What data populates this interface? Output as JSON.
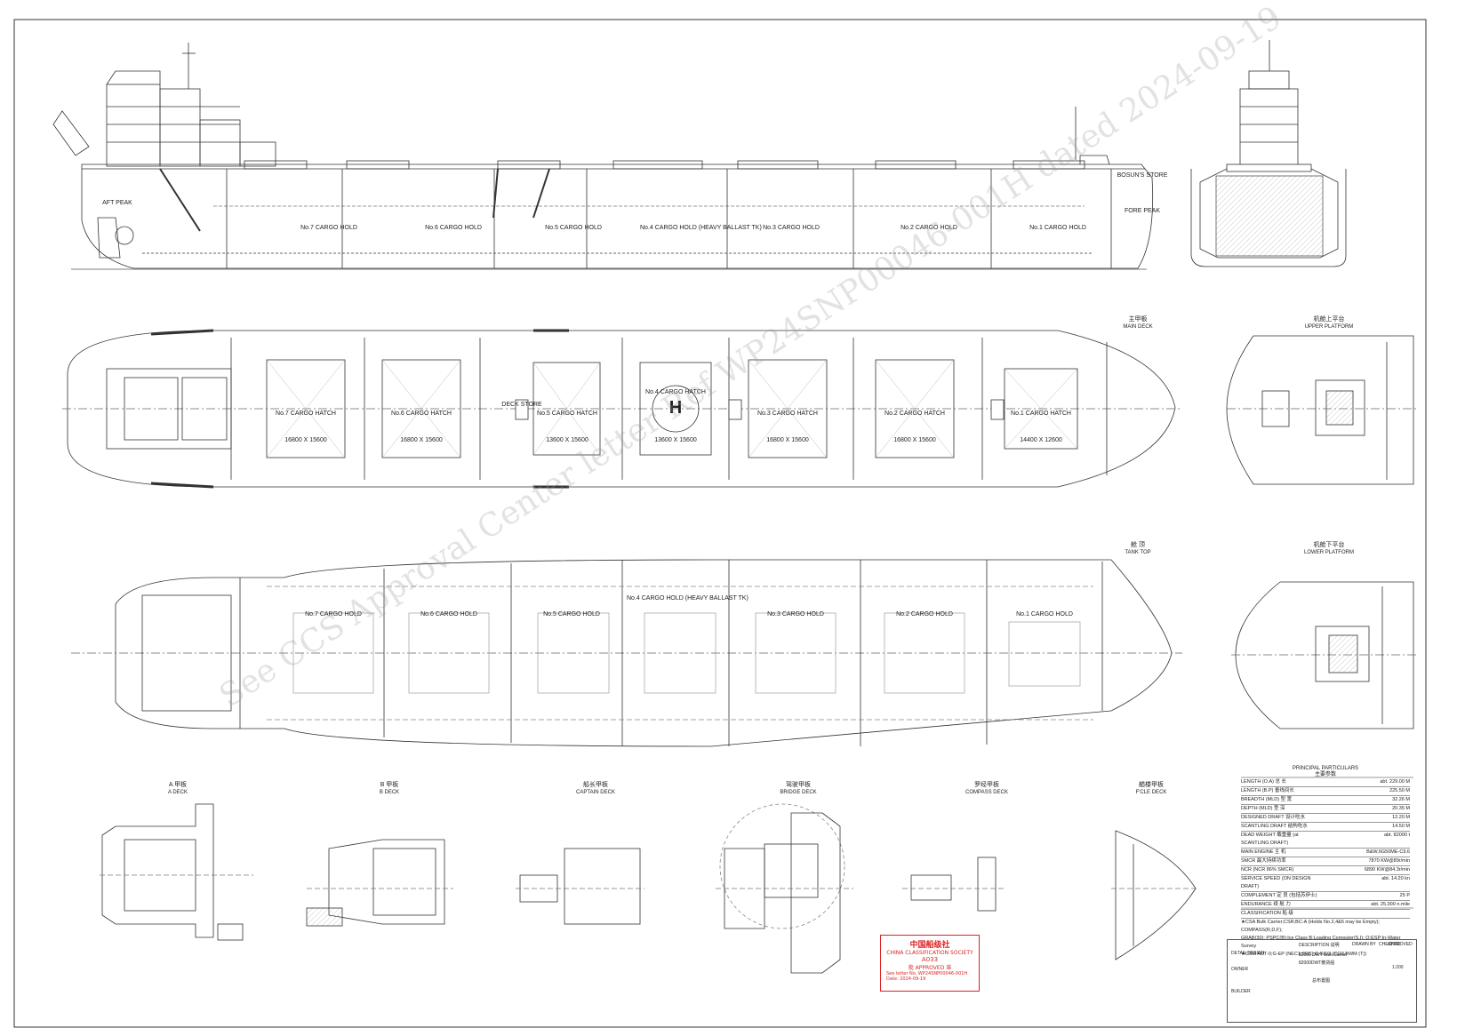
{
  "views": {
    "main_deck": {
      "cn": "主甲板",
      "en": "MAIN DECK"
    },
    "upper_platform": {
      "cn": "机舱上平台",
      "en": "UPPER PLATFORM"
    },
    "tank_top": {
      "cn": "舱 顶",
      "en": "TANK TOP"
    },
    "lower_platform": {
      "cn": "机舱下平台",
      "en": "LOWER PLATFORM"
    },
    "a_deck": {
      "cn": "A 甲板",
      "en": "A DECK"
    },
    "b_deck": {
      "cn": "B 甲板",
      "en": "B DECK"
    },
    "captain_deck": {
      "cn": "船长甲板",
      "en": "CAPTAIN DECK"
    },
    "bridge_deck": {
      "cn": "驾驶甲板",
      "en": "BRIDGE DECK"
    },
    "compass_deck": {
      "cn": "罗经甲板",
      "en": "COMPASS DECK"
    },
    "fcle_deck": {
      "cn": "艏楼甲板",
      "en": "F'CLE DECK"
    }
  },
  "holds": [
    "No.7 CARGO HOLD",
    "No.6 CARGO HOLD",
    "No.5 CARGO HOLD",
    "No.4 CARGO HOLD (HEAVY BALLAST TK)",
    "No.3 CARGO HOLD",
    "No.2 CARGO HOLD",
    "No.1 CARGO HOLD"
  ],
  "hatches": [
    "No.7 CARGO HATCH",
    "No.6 CARGO HATCH",
    "No.5 CARGO HATCH",
    "No.4 CARGO HATCH",
    "No.3 CARGO HATCH",
    "No.2 CARGO HATCH",
    "No.1 CARGO HATCH"
  ],
  "hatch_sizes": [
    "16800 X 15600",
    "16800 X 15600",
    "13600 X 15600",
    "13600 X 15600",
    "16800 X 15600",
    "16800 X 15600",
    "14400 X 12600"
  ],
  "deck_marks": {
    "helideck": "H",
    "deck_store": "DECK STORE",
    "bosun_store": "BOSUN'S STORE",
    "fore_peak": "FORE PEAK",
    "aft_peak": "AFT PEAK"
  },
  "particulars": {
    "title": "PRINCIPAL PARTICULARS",
    "title_cn": "主要参数",
    "rows": [
      {
        "k": "LENGTH (O.A) 总 长",
        "v": "abt. 229.00 M"
      },
      {
        "k": "LENGTH (B.P) 垂线间长",
        "v": "225.50 M"
      },
      {
        "k": "BREADTH (MLD) 型 宽",
        "v": "32.26 M"
      },
      {
        "k": "DEPTH (MLD) 型 深",
        "v": "20.35 M"
      },
      {
        "k": "DESIGNED DRAFT 设计吃水",
        "v": "12.20 M"
      },
      {
        "k": "SCANTLING DRAFT 结构吃水",
        "v": "14.50 M"
      },
      {
        "k": "DEAD WEIGHT 载重量 (at SCANTLING DRAFT)",
        "v": "abt. 82000 t"
      },
      {
        "k": "MAIN ENGINE 主 机",
        "v": "B&W,6G50ME-C9.6"
      },
      {
        "k": "SMCR 最大持续功率",
        "v": "7870 KW@89r/min"
      },
      {
        "k": "NCR (NCR 86% SMCR)",
        "v": "6890 KW@84.3r/min"
      },
      {
        "k": "SERVICE SPEED (ON DESIGN DRAFT)",
        "v": "abt. 14.20 kn"
      },
      {
        "k": "COMPLEMENT 定 员 (包括苏伊士)",
        "v": "25 P"
      },
      {
        "k": "ENDURANCE 续 航 力",
        "v": "abt. 25,000 n.mile"
      },
      {
        "k": "CLASSIFICATION 船 级",
        "v": ""
      }
    ],
    "class_notes": [
      "★CSA Bulk Carrier;CSR;BC-A (Holds No.2,4&6 may be Empty); COMPASS(R,D,F);",
      "GRAB(30); PSPC(B);Ice Class B;Loading Computer(S,I); Q;ESP;In-Water Survey",
      "★CSM AUT-0;G-EP (NEC1;SEC);G-ECO (CO2,BWM (T))"
    ]
  },
  "stamp": {
    "cn": "中国船级社",
    "en": "CHINA CLASSIFICATION SOCIETY",
    "code": "A033",
    "approved": "批 APPROVED 准",
    "letter_label": "See letter No.",
    "letter_no": "WP24SNP00046-001H",
    "date_label": "Date:",
    "date": "2024-09-19"
  },
  "watermark": "See CCS Approval Center letter Ref WP24SNP00046-001H dated 2024-09-19",
  "titleblock": {
    "description": "DESCRIPTION 说明",
    "project": "82000 DWT Bulk Carrier",
    "project_cn": "82000DWT散货船",
    "drawing": "总布置图",
    "scale": "1:200",
    "owner": "OWNER",
    "builder": "BUILDER",
    "design": "DETAIL DESIGN",
    "drawn": "DRAWN BY",
    "checked": "CHECKED",
    "approved": "APPROVED"
  }
}
